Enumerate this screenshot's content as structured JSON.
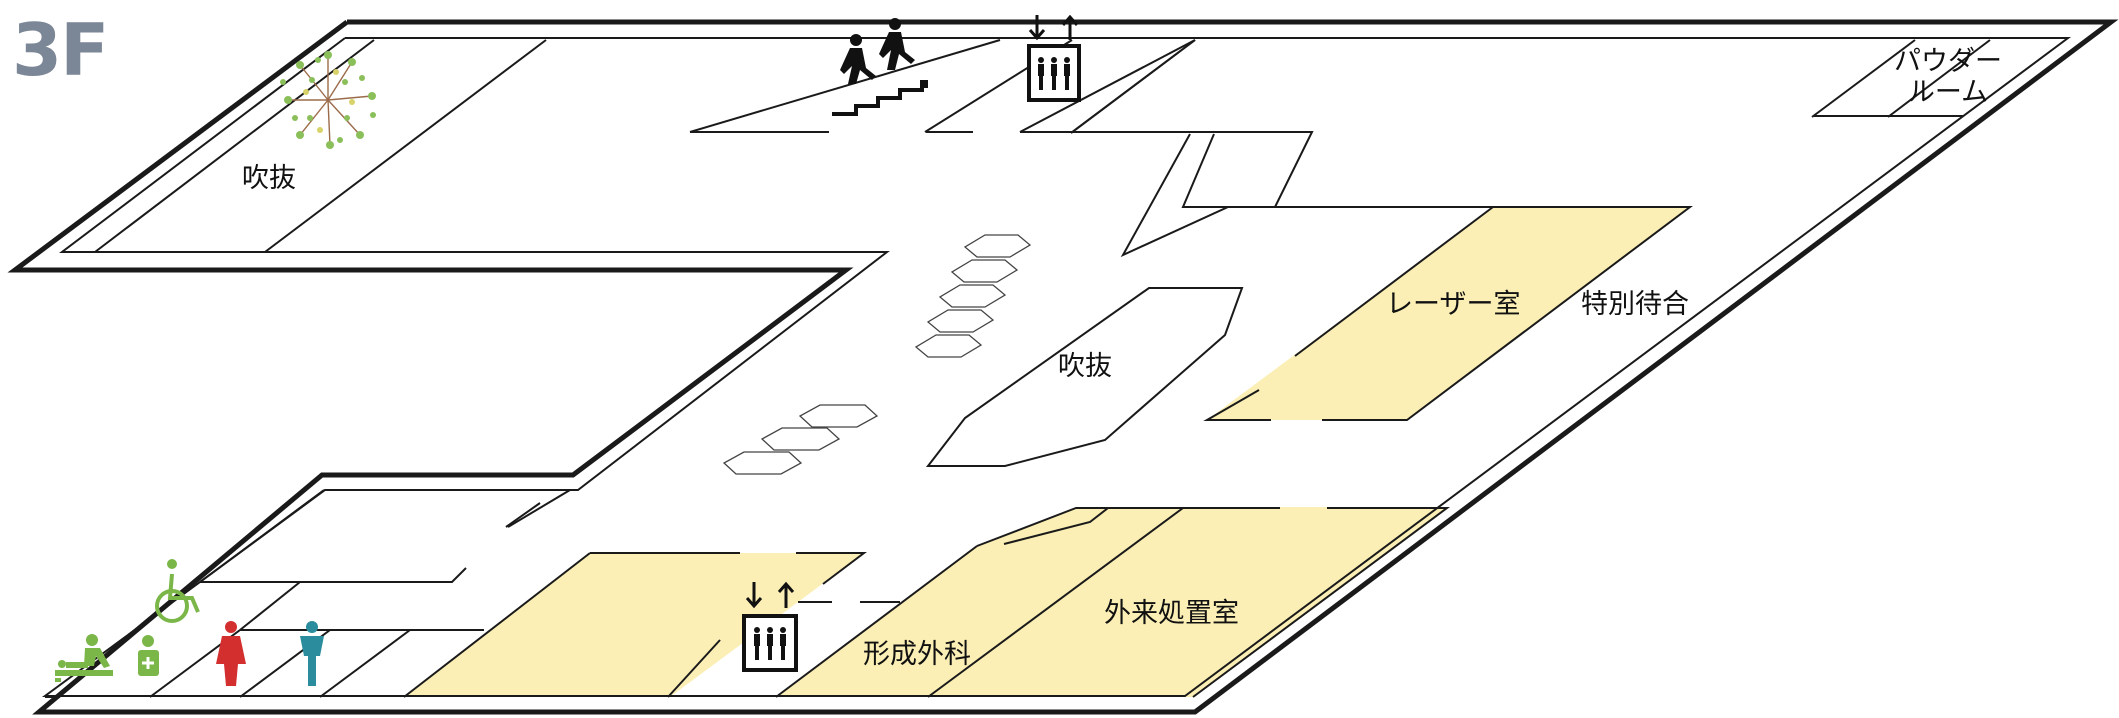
{
  "floor": {
    "label": "3F"
  },
  "rooms": {
    "atrium_upper_left": "吹抜",
    "atrium_center": "吹抜",
    "powder_room_line1": "パウダー",
    "powder_room_line2": "ルーム",
    "laser_room": "レーザー室",
    "special_waiting": "特別待合",
    "outpatient_treatment": "外来処置室",
    "plastic_surgery": "形成外科"
  },
  "colors": {
    "wall": "#1a1a1a",
    "room_fill": "#fbefb6",
    "floor_label": "#7b8696",
    "accessible_green": "#7ab648",
    "women_red": "#d32f2f",
    "men_teal": "#2a8c9c",
    "tree_green": "#8bbf5a",
    "tree_trunk": "#9b6b4a"
  },
  "icons": {
    "stairs": "stairs-icon",
    "elevator_top": "elevator-icon",
    "elevator_bottom": "elevator-icon",
    "wheelchair": "wheelchair-accessible-icon",
    "baby_changing": "baby-changing-icon",
    "ostomate": "ostomate-icon",
    "women_restroom": "women-restroom-icon",
    "men_restroom": "men-restroom-icon",
    "tree": "tree-icon"
  }
}
